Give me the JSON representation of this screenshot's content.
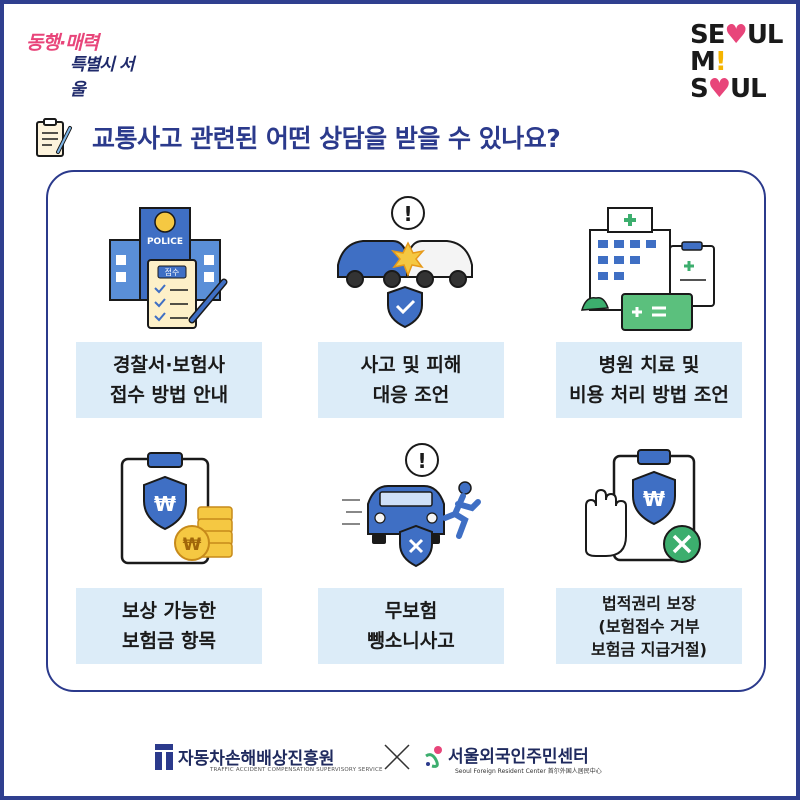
{
  "logos": {
    "left_line1": "동행·매력",
    "left_line2": "특별시 서울",
    "right_line1_a": "SE",
    "right_line1_heart": "♥",
    "right_line1_b": "UL",
    "right_line2_a": "M",
    "right_line2_bang": "!",
    "right_line2_b": " S",
    "right_line2_heart": "♥",
    "right_line2_c": "UL"
  },
  "title": "교통사고 관련된 어떤 상담을 받을 수 있나요?",
  "items": [
    {
      "line1": "경찰서·보험사",
      "line2": "접수 방법 안내",
      "icon": "police-station-icon",
      "badge": "POLICE",
      "form_label": "접수"
    },
    {
      "line1": "사고 및 피해",
      "line2": "대응 조언",
      "icon": "car-crash-icon"
    },
    {
      "line1": "병원 치료 및",
      "line2": "비용 처리 방법 조언",
      "icon": "hospital-icon"
    },
    {
      "line1": "보상 가능한",
      "line2": "보험금 항목",
      "icon": "insurance-coins-icon"
    },
    {
      "line1": "무보험",
      "line2": "뺑소니사고",
      "icon": "hit-and-run-icon"
    },
    {
      "line1": "법적권리 보장",
      "line2": "(보험접수 거부",
      "line3": "보험금 지급거절)",
      "icon": "rights-protection-icon"
    }
  ],
  "footer": {
    "org1": "자동차손해배상진흥원",
    "org1_sub": "TRAFFIC ACCIDENT COMPENSATION SUPERVISORY SERVICE",
    "org2": "서울외국인주민센터",
    "org2_sub": "Seoul Foreign Resident Center  首尔外国人居民中心"
  },
  "colors": {
    "primary": "#2b3a8c",
    "label_bg": "#dcecf8",
    "accent_pink": "#e8457a",
    "accent_yellow": "#f5b400"
  }
}
